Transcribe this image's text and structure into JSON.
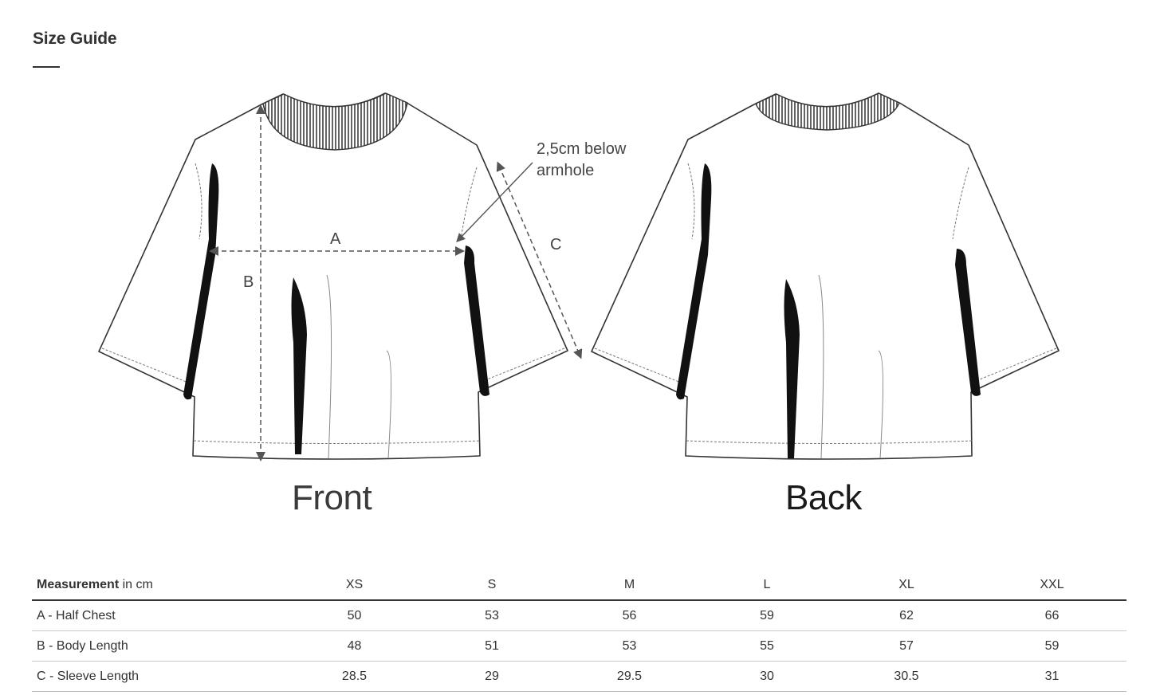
{
  "header": {
    "title": "Size Guide"
  },
  "diagram": {
    "front_label": "Front",
    "back_label": "Back",
    "note_line1": "2,5cm below",
    "note_line2": "armhole",
    "letter_a": "A",
    "letter_b": "B",
    "letter_c": "C"
  },
  "table": {
    "header_bold": "Measurement",
    "header_unit": " in cm",
    "sizes": [
      "XS",
      "S",
      "M",
      "L",
      "XL",
      "XXL"
    ],
    "rows": [
      {
        "label": "A - Half Chest",
        "values": [
          "50",
          "53",
          "56",
          "59",
          "62",
          "66"
        ]
      },
      {
        "label": "B - Body Length",
        "values": [
          "48",
          "51",
          "53",
          "55",
          "57",
          "59"
        ]
      },
      {
        "label": "C - Sleeve Length",
        "values": [
          "28.5",
          "29",
          "29.5",
          "30",
          "30.5",
          "31"
        ]
      }
    ]
  }
}
